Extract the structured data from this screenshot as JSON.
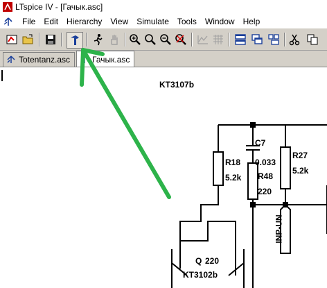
{
  "window": {
    "title": "LTspice IV - [Гачык.asc]"
  },
  "menu": [
    "File",
    "Edit",
    "Hierarchy",
    "View",
    "Simulate",
    "Tools",
    "Window",
    "Help"
  ],
  "tabs": [
    {
      "label": "Totentanz.asc"
    },
    {
      "label": "Гачык.asc"
    }
  ],
  "schematic": {
    "part_label": "KT3107b",
    "c7": "C7",
    "c7_value": "0.033",
    "r18": "R18",
    "r18_value": "5.2k",
    "r48": "R48",
    "r48_value": "220",
    "r27": "R27",
    "r27_value": "5.2k",
    "net_label": "INP-UN",
    "q_overlap_a": "Q",
    "q_overlap_b": "220",
    "q_overlap_c": "KT3102b"
  },
  "colors": {
    "annotation_arrow": "#2db34a"
  }
}
